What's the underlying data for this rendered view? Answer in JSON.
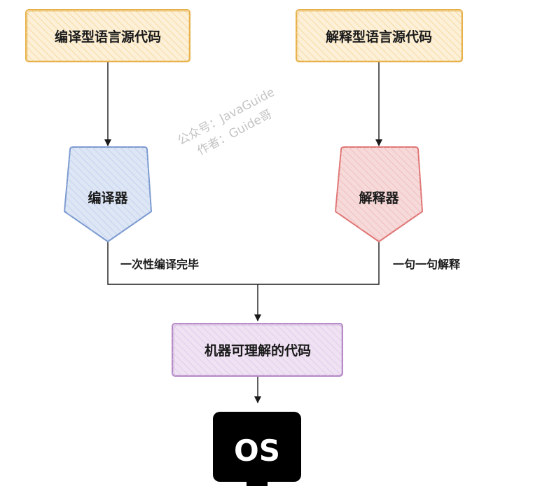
{
  "nodes": {
    "compiled_source": {
      "label": "编译型语言源代码",
      "fill": "#fdf0d8",
      "stroke": "#e6b14a"
    },
    "interpreted_source": {
      "label": "解释型语言源代码",
      "fill": "#fdf0d8",
      "stroke": "#e6b14a"
    },
    "compiler": {
      "label": "编译器",
      "fill": "#dde6f5",
      "stroke": "#7b9ad0"
    },
    "interpreter": {
      "label": "解释器",
      "fill": "#f6d9d9",
      "stroke": "#e07575"
    },
    "machine_code": {
      "label": "机器可理解的代码",
      "fill": "#efe2f3",
      "stroke": "#b58ac6"
    },
    "os": {
      "label": "OS",
      "fill": "#000000"
    }
  },
  "edge_labels": {
    "compile_once": "一次性编译完毕",
    "interpret_line": "一句一句解释"
  },
  "watermark": {
    "line1": "公众号：JavaGuide",
    "line2": "作者：Guide哥"
  }
}
